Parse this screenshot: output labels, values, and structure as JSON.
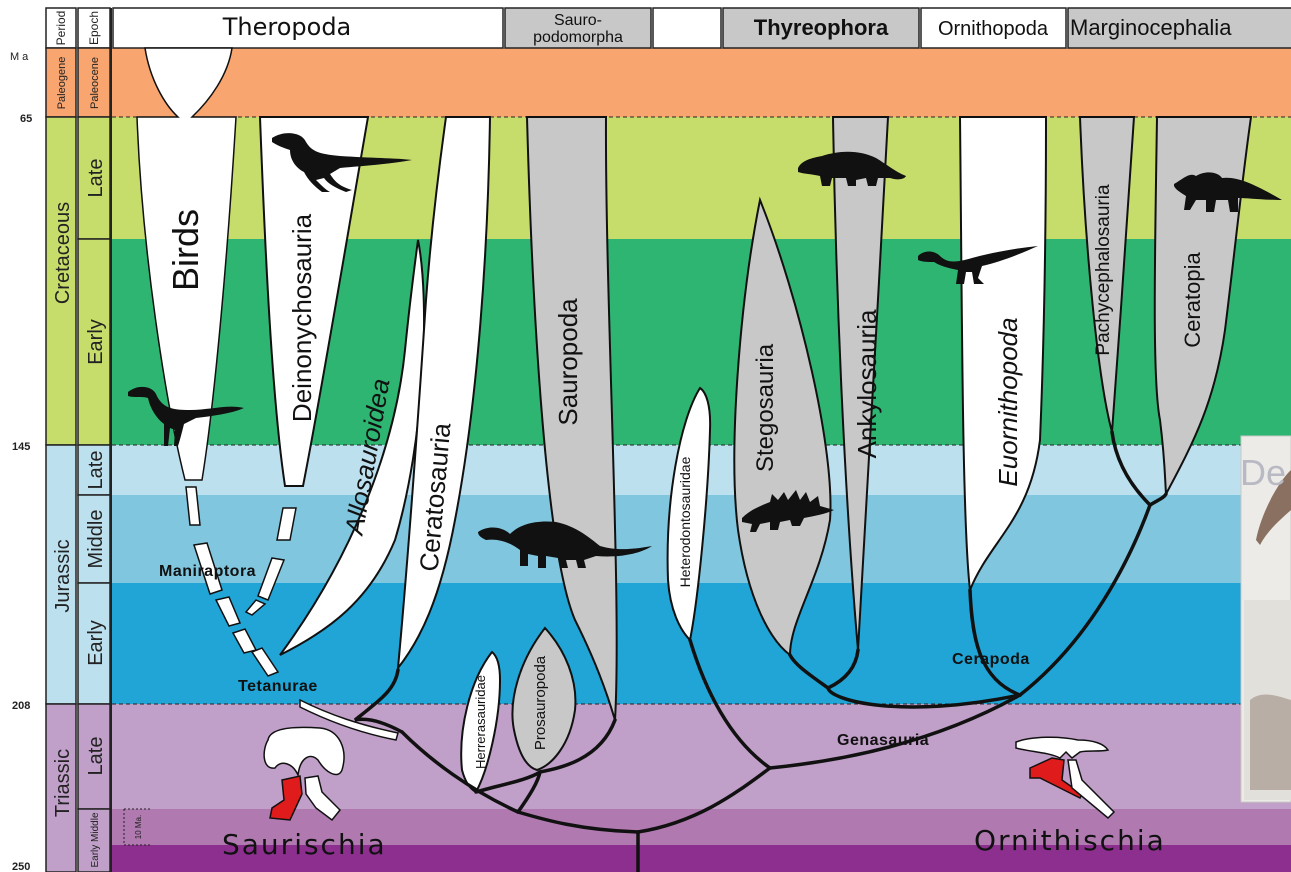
{
  "time_axis": {
    "unit": "Ma",
    "header_period": "Period",
    "header_epoch": "Epoch",
    "ticks": [
      "65",
      "145",
      "208",
      "250"
    ],
    "periods": [
      "Paleogene",
      "Cretaceous",
      "Jurassic",
      "Triassic"
    ],
    "epochs": [
      "Paleocene",
      "Late",
      "Early",
      "Late",
      "Middle",
      "Early",
      "Late",
      "Early Middle"
    ],
    "scale_bar": "10 Ma."
  },
  "clade_headers": {
    "theropoda": "Theropoda",
    "sauropodomorpha_1": "Sauro-",
    "sauropodomorpha_2": "podomorpha",
    "thyreophora": "Thyreophora",
    "ornithopoda": "Ornithopoda",
    "marginocephalia": "Marginocephalia"
  },
  "taxa": {
    "birds": "Birds",
    "deinonychosauria": "Deinonychosauria",
    "allosauroidea": "Allosauroidea",
    "ceratosauria": "Ceratosauria",
    "sauropoda": "Sauropoda",
    "prosauropoda": "Prosauropoda",
    "herrerasauridae": "Herrerasauridae",
    "heterodontosauridae": "Heterodontosauridae",
    "stegosauria": "Stegosauria",
    "ankylosauria": "Ankylosauria",
    "euornithopoda": "Euornithopoda",
    "pachycephalosauria": "Pachycephalosauria",
    "ceratopia": "Ceratopia"
  },
  "node_labels": {
    "maniraptora": "Maniraptora",
    "tetanurae": "Tetanurae",
    "genasauria": "Genasauria",
    "cerapoda": "Cerapoda"
  },
  "major_groups": {
    "saurischia": "Saurischia",
    "ornithischia": "Ornithischia"
  },
  "overlay_partial_text": "De",
  "colors": {
    "paleogene": "#f9a56f",
    "cretaceous_late": "#c7dd6b",
    "cretaceous_early": "#2fb572",
    "jurassic_late": "#bde0ef",
    "jurassic_middle": "#80c6de",
    "jurassic_early": "#20a5d6",
    "triassic_late": "#c09fc8",
    "triassic_middle": "#b07ab0",
    "triassic_early": "#8c2f8f",
    "white_taxon": "#ffffff",
    "grey_taxon": "#c8c8c8",
    "pelvis_red": "#e01b1b"
  }
}
